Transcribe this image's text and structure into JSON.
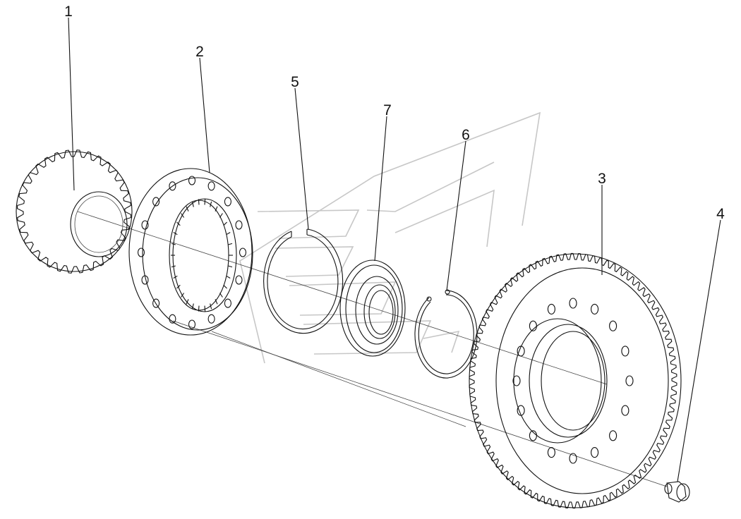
{
  "diagram": {
    "type": "exploded-parts-view",
    "callouts": [
      {
        "id": "callout-1",
        "label": "1"
      },
      {
        "id": "callout-2",
        "label": "2"
      },
      {
        "id": "callout-5",
        "label": "5"
      },
      {
        "id": "callout-7",
        "label": "7"
      },
      {
        "id": "callout-6",
        "label": "6"
      },
      {
        "id": "callout-3",
        "label": "3"
      },
      {
        "id": "callout-4",
        "label": "4"
      }
    ]
  }
}
